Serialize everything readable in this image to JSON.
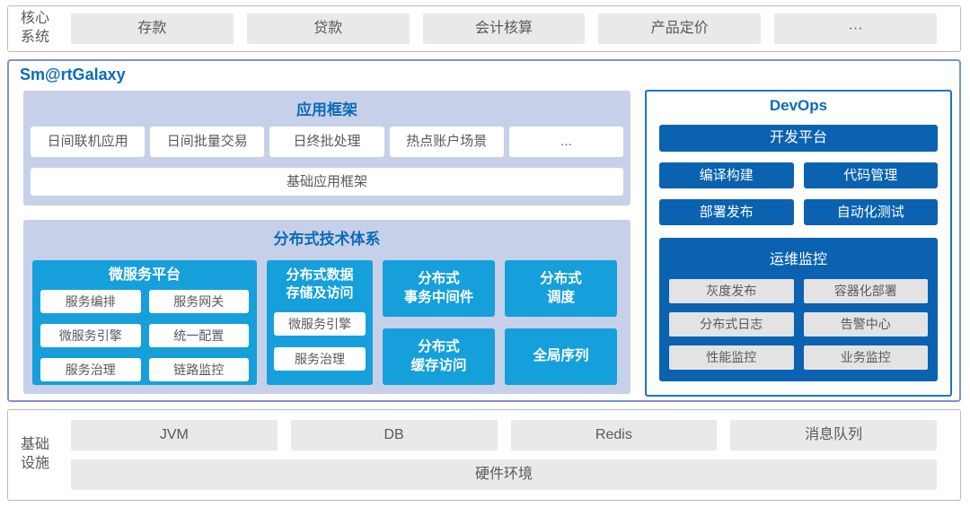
{
  "colors": {
    "brand_blue": "#0b6bb7",
    "bright_blue": "#16a0db",
    "dark_blue": "#0a62b0",
    "light_blue_panel": "#c6d1e9",
    "gray_box": "#e9e9e9",
    "gray_text": "#595959",
    "main_border": "#8093c7",
    "devops_border": "#1c75c9"
  },
  "core_systems": {
    "label": "核心\n系统",
    "items": [
      "存款",
      "贷款",
      "会计核算",
      "产品定价",
      "···"
    ]
  },
  "platform": {
    "title": "Sm@rtGalaxy",
    "app_framework": {
      "title": "应用框架",
      "items": [
        "日间联机应用",
        "日间批量交易",
        "日终批处理",
        "热点账户场景",
        "..."
      ],
      "base": "基础应用框架"
    },
    "distributed": {
      "title": "分布式技术体系",
      "microservice": {
        "title": "微服务平台",
        "items": [
          "服务编排",
          "服务网关",
          "微服务引擎",
          "统一配置",
          "服务治理",
          "链路监控"
        ]
      },
      "storage": {
        "title": "分布式数据\n存储及访问",
        "items": [
          "微服务引擎",
          "服务治理"
        ]
      },
      "blocks": [
        "分布式\n事务中间件",
        "分布式\n调度",
        "分布式\n缓存访问",
        "全局序列"
      ]
    },
    "devops": {
      "title": "DevOps",
      "dev_platform": "开发平台",
      "tools": [
        "编译构建",
        "代码管理",
        "部署发布",
        "自动化测试"
      ],
      "monitoring": {
        "title": "运维监控",
        "items": [
          "灰度发布",
          "容器化部署",
          "分布式日志",
          "告警中心",
          "性能监控",
          "业务监控"
        ]
      }
    }
  },
  "infrastructure": {
    "label": "基础\n设施",
    "items": [
      "JVM",
      "DB",
      "Redis",
      "消息队列"
    ],
    "base": "硬件环境"
  }
}
